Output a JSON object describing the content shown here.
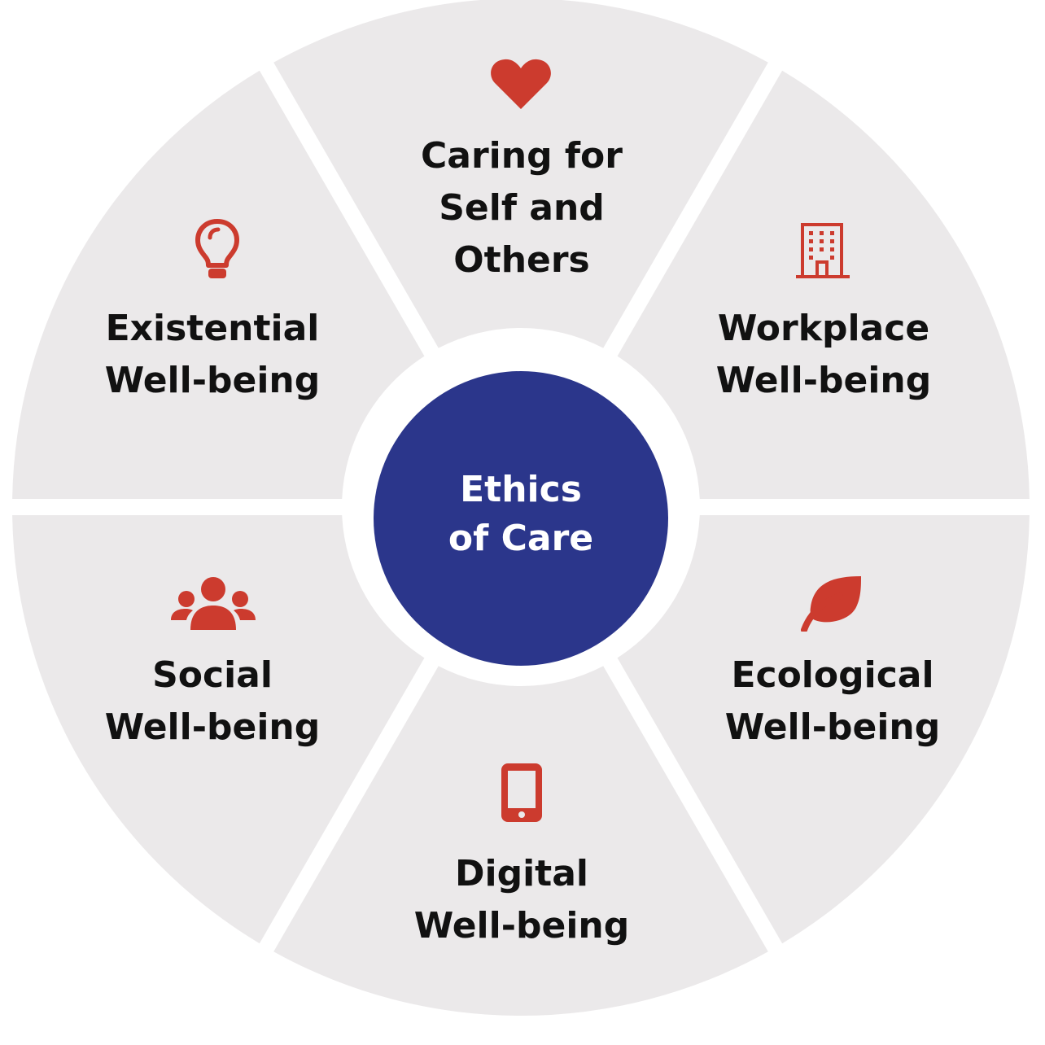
{
  "center": {
    "line1": "Ethics",
    "line2": "of Care"
  },
  "segments": [
    {
      "key": "caring",
      "icon": "heart-icon",
      "lines": [
        "Caring for",
        "Self and",
        "Others"
      ]
    },
    {
      "key": "workplace",
      "icon": "building-icon",
      "lines": [
        "Workplace",
        "Well-being"
      ]
    },
    {
      "key": "ecological",
      "icon": "leaf-icon",
      "lines": [
        "Ecological",
        "Well-being"
      ]
    },
    {
      "key": "digital",
      "icon": "smartphone-icon",
      "lines": [
        "Digital",
        "Well-being"
      ]
    },
    {
      "key": "social",
      "icon": "people-group-icon",
      "lines": [
        "Social",
        "Well-being"
      ]
    },
    {
      "key": "existential",
      "icon": "lightbulb-icon",
      "lines": [
        "Existential",
        "Well-being"
      ]
    }
  ],
  "colors": {
    "segment_fill": "#ebe9ea",
    "center_fill": "#2b368b",
    "icon_red": "#cc3b2e",
    "text": "#111111",
    "center_text": "#ffffff"
  }
}
